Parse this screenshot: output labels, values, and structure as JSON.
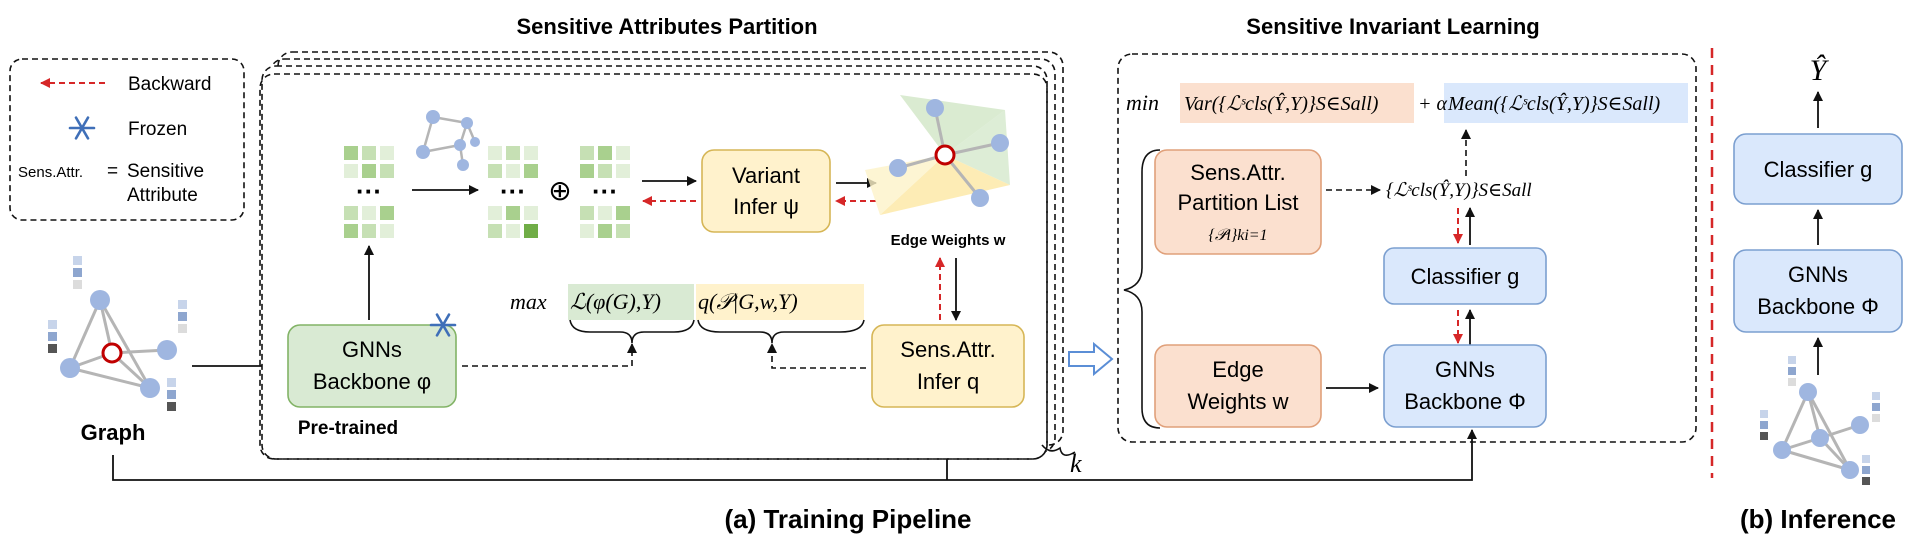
{
  "section_titles": {
    "partition": "Sensitive Attributes Partition",
    "invariant": "Sensitive Invariant Learning"
  },
  "legend": {
    "backward": "Backward",
    "frozen": "Frozen",
    "sens_attr_abbrev": "Sens.Attr.",
    "equals": "=",
    "sensitive_line1": "Sensitive",
    "sensitive_line2": "Attribute"
  },
  "graph_label": "Graph",
  "gnn_frozen": {
    "line1": "GNNs",
    "line2": "Backbone φ",
    "sub": "Pre-trained"
  },
  "variant_infer": {
    "line1": "Variant",
    "line2": "Infer ψ"
  },
  "sens_attr_infer": {
    "line1": "Sens.Attr.",
    "line2": "Infer q"
  },
  "edge_weights": "Edge Weights w",
  "oplus": "⊕",
  "dots": "···",
  "max_expr": {
    "max": "max",
    "term1": "ℒ(φ(G),Y)",
    "term2": "q(𝒫|G,w,Y)"
  },
  "k_label": "k",
  "objective": {
    "min": "min",
    "var_term": "Var({ℒˢcls(Ŷ,Y)}S∈Sall)",
    "plus": "+ α",
    "mean_term": "Mean({ℒˢcls(Ŷ,Y)}S∈Sall)"
  },
  "partition_list": {
    "line1": "Sens.Attr.",
    "line2": "Partition List",
    "line3": "{𝒫i}ki=1"
  },
  "loss_set": "{ℒˢcls(Ŷ,Y)}S∈Sall",
  "edge_weights_box": {
    "line1": "Edge",
    "line2": "Weights w"
  },
  "classifier_train": "Classifier g",
  "gnn_train": {
    "line1": "GNNs",
    "line2": "Backbone Φ"
  },
  "captions": {
    "training": "(a) Training Pipeline",
    "inference": "(b) Inference"
  },
  "inference": {
    "output": "Ŷ",
    "classifier": "Classifier g",
    "gnn_line1": "GNNs",
    "gnn_line2": "Backbone Φ"
  },
  "colors": {
    "green_fill": "#d9ead3",
    "green_stroke": "#82b366",
    "yellow_fill": "#fff2cc",
    "yellow_stroke": "#d6b656",
    "orange_fill": "#fbe0cf",
    "orange_stroke": "#e0a07a",
    "blue_fill": "#dae8fc",
    "blue_stroke": "#7b9fd0",
    "red_dash": "#d62728",
    "node": "#9fb6e0"
  }
}
